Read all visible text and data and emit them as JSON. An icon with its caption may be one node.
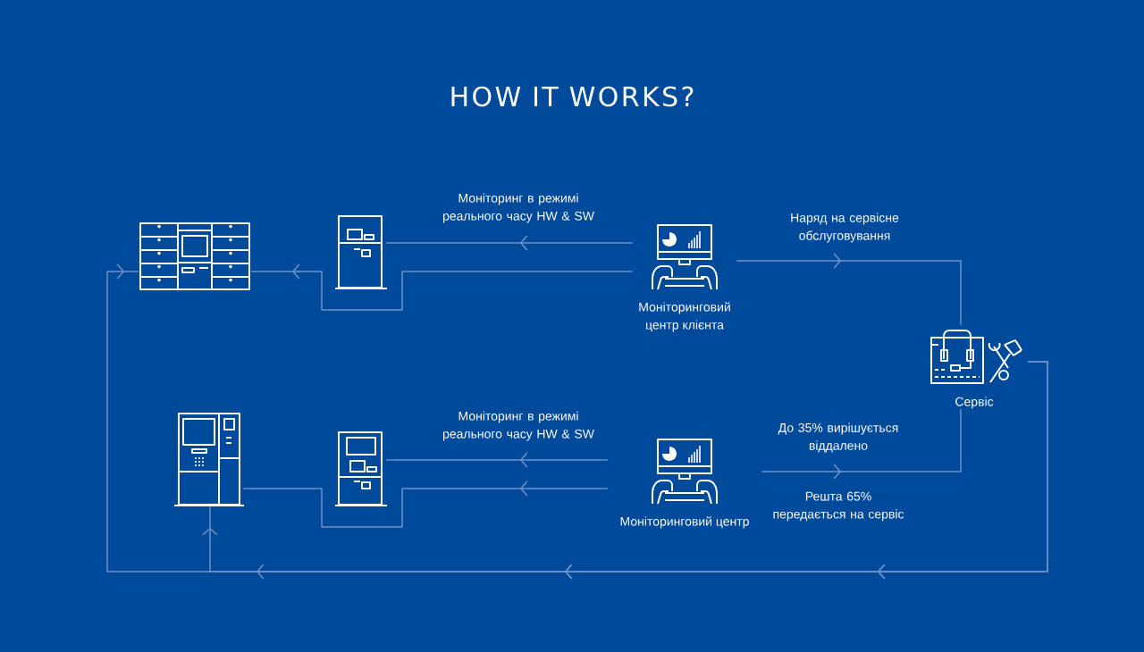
{
  "diagram": {
    "title": "HOW IT WORKS?",
    "nodes": [
      {
        "text": [],
        "shape": "picture"
      },
      {
        "text": [],
        "shape": "picture"
      },
      {
        "text": [
          "Моніторинговий центр клієнта"
        ]
      },
      {
        "text": [
          "Сервіс"
        ]
      },
      {
        "text": [],
        "shape": "picture"
      },
      {
        "text": [],
        "shape": "picture"
      },
      {
        "text": [
          "Моніторинговий центр"
        ]
      }
    ],
    "edges": [
      {
        "from": 2,
        "to": 1,
        "arrow": "to",
        "label": "Моніторинг в режимі реального часу HW & SW"
      },
      {
        "from": 2,
        "to": 0,
        "arrow": "to"
      },
      {
        "from": 2,
        "to": 3,
        "arrow": "to",
        "label": "Наряд на сервісне обслуговування"
      },
      {
        "from": 6,
        "to": 5,
        "arrow": "to",
        "label": "Моніторинг в режимі реального часу HW & SW"
      },
      {
        "from": 6,
        "to": 4,
        "arrow": "to"
      },
      {
        "from": 6,
        "to": 3,
        "arrow": "to",
        "label": "До 35% вирішується віддалено"
      },
      {
        "from": 3,
        "to": 0,
        "arrow": "to"
      },
      {
        "from": 3,
        "to": 4,
        "arrow": "to"
      }
    ],
    "labels": [
      "Решта 65% передається на сервіс"
    ]
  }
}
